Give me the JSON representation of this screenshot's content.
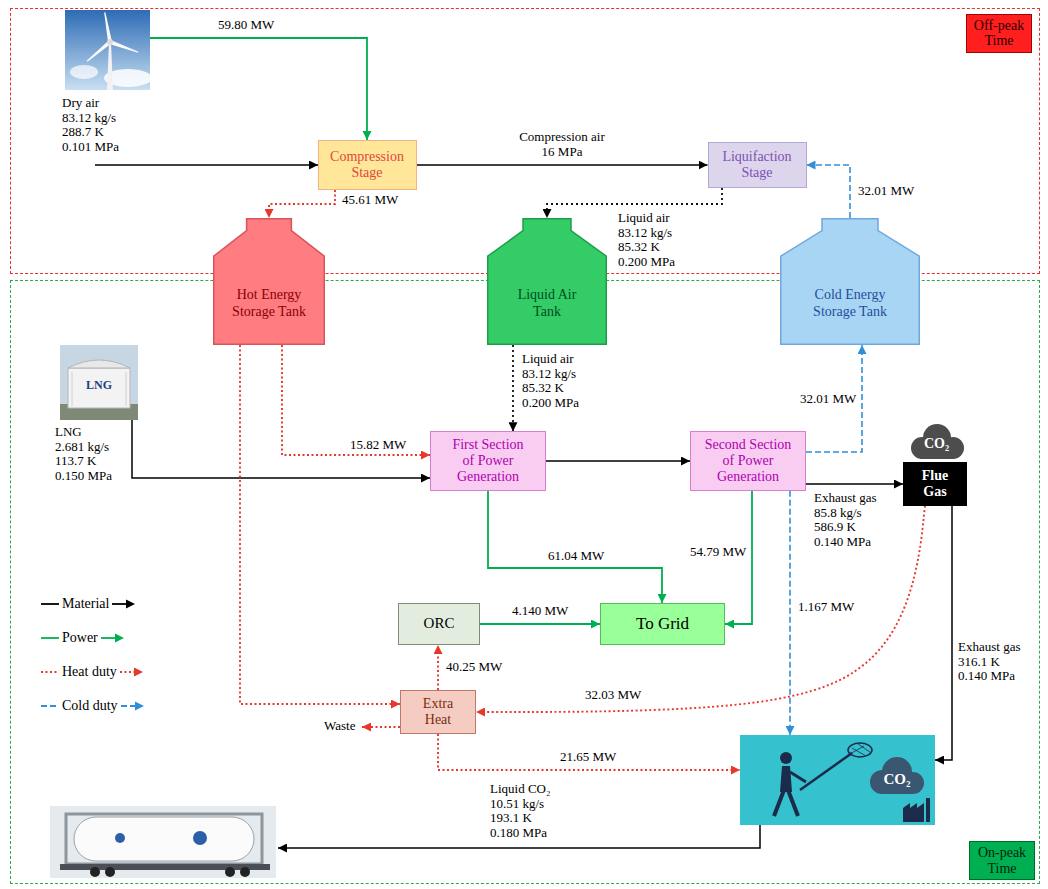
{
  "diagram": {
    "nodes": [
      {
        "text": [
          "Off-peak Time"
        ]
      },
      {
        "text": [
          "Compression Stage"
        ],
        "in": 0
      },
      {
        "text": [
          "Liquifaction Stage"
        ],
        "in": 0
      },
      {
        "text": [
          "On-peak Time"
        ]
      },
      {
        "text": [
          "Hot Energy Storage Tank"
        ],
        "in": 3
      },
      {
        "text": [
          "Liquid Air Tank"
        ],
        "in": 3
      },
      {
        "text": [
          "Cold Energy Storage Tank"
        ],
        "in": 3
      },
      {
        "text": [
          "First Section of Power Generation"
        ],
        "in": 3
      },
      {
        "text": [
          "Second Section of Power Generation"
        ],
        "in": 3
      },
      {
        "text": [
          "Flue Gas"
        ],
        "in": 3
      },
      {
        "text": [
          "ORC"
        ],
        "in": 3
      },
      {
        "text": [
          "To Grid"
        ],
        "in": 3
      },
      {
        "text": [
          "Extra Heat"
        ],
        "in": 3
      },
      {
        "text": [
          "CO₂"
        ],
        "in": 3
      }
    ],
    "edges": [
      {
        "from": 1,
        "to": 2,
        "arrow": "to",
        "label": "Compression air 16 MPa"
      },
      {
        "from": 1,
        "to": 4,
        "arrow": "to",
        "label": "45.61 MW"
      },
      {
        "from": 2,
        "to": 5,
        "arrow": "to",
        "label": "Liquid air 83.12 kg/s 85.32 K 0.200 MPa"
      },
      {
        "from": 6,
        "to": 2,
        "arrow": "to",
        "label": "32.01 MW"
      },
      {
        "from": 4,
        "to": 7,
        "arrow": "to",
        "label": "15.82 MW"
      },
      {
        "from": 4,
        "to": 12,
        "arrow": "to"
      },
      {
        "from": 5,
        "to": 7,
        "arrow": "to",
        "label": "Liquid air 83.12 kg/s 85.32 K 0.200 MPa"
      },
      {
        "from": 7,
        "to": 8,
        "arrow": "to"
      },
      {
        "from": 8,
        "to": 6,
        "arrow": "to",
        "label": "32.01 MW"
      },
      {
        "from": 8,
        "to": 9,
        "arrow": "to",
        "label": "Exhaust gas 85.8 kg/s 586.9 K 0.140 MPa"
      },
      {
        "from": 7,
        "to": 11,
        "arrow": "to",
        "label": "61.04 MW"
      },
      {
        "from": 8,
        "to": 11,
        "arrow": "to",
        "label": "54.79 MW"
      },
      {
        "from": 10,
        "to": 11,
        "arrow": "to",
        "label": "4.140 MW"
      },
      {
        "from": 12,
        "to": 10,
        "arrow": "to",
        "label": "40.25 MW"
      },
      {
        "from": 8,
        "to": 13,
        "arrow": "to",
        "label": "1.167 MW"
      },
      {
        "from": 9,
        "to": 12,
        "arrow": "to",
        "label": "32.03 MW"
      },
      {
        "from": 9,
        "to": 13,
        "arrow": "to",
        "label": "Exhaust gas 316.1 K 0.140 MPa"
      },
      {
        "from": 12,
        "to": 13,
        "arrow": "to",
        "label": "21.65 MW"
      }
    ],
    "labels": [
      "59.80 MW",
      "Dry air 83.12 kg/s 288.7 K 0.101 MPa",
      "LNG",
      "LNG 2.681 kg/s 113.7 K 0.150 MPa",
      "CO₂",
      "Waste",
      "Liquid CO₂ 10.51 kg/s 193.1 K 0.180 MPa"
    ],
    "legend": [
      {
        "text": "Material"
      },
      {
        "text": "Power"
      },
      {
        "text": "Heat duty"
      },
      {
        "text": "Cold duty"
      }
    ]
  }
}
